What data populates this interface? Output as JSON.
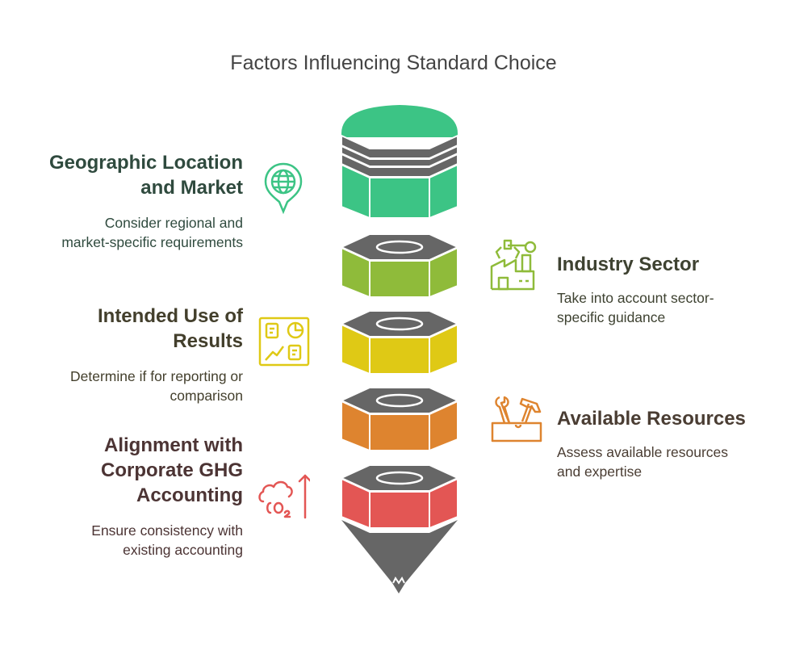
{
  "title": "Factors Influencing Standard Choice",
  "colors": {
    "cap_gray": "#666666",
    "green": "#3cc485",
    "lime": "#8fbb3a",
    "yellow": "#dfc915",
    "orange": "#de842f",
    "red": "#e35654"
  },
  "factors": [
    {
      "heading": [
        "Geographic Location",
        "and Market"
      ],
      "description": [
        "Consider regional and",
        "market-specific requirements"
      ],
      "icon": "globe-location-pin-icon",
      "color": "#3cc485",
      "text_color": "#2f4a3e",
      "side": "left"
    },
    {
      "heading": [
        "Industry Sector"
      ],
      "description": [
        "Take into account sector-",
        "specific guidance"
      ],
      "icon": "factory-robot-arm-icon",
      "color": "#8fbb3a",
      "text_color": "#3e4231",
      "side": "right"
    },
    {
      "heading": [
        "Intended Use of",
        "Results"
      ],
      "description": [
        "Determine if for reporting or",
        "comparison"
      ],
      "icon": "dashboard-report-icon",
      "color": "#dfc915",
      "text_color": "#433f2c",
      "side": "left"
    },
    {
      "heading": [
        "Available Resources"
      ],
      "description": [
        "Assess available resources",
        "and expertise"
      ],
      "icon": "toolbox-wrench-hammer-icon",
      "color": "#de842f",
      "text_color": "#4a3d33",
      "side": "right"
    },
    {
      "heading": [
        "Alignment with",
        "Corporate GHG",
        "Accounting"
      ],
      "description": [
        "Ensure consistency with",
        "existing accounting"
      ],
      "icon": "co2-cloud-rising-icon",
      "color": "#e35654",
      "text_color": "#4c3434",
      "side": "left"
    }
  ]
}
